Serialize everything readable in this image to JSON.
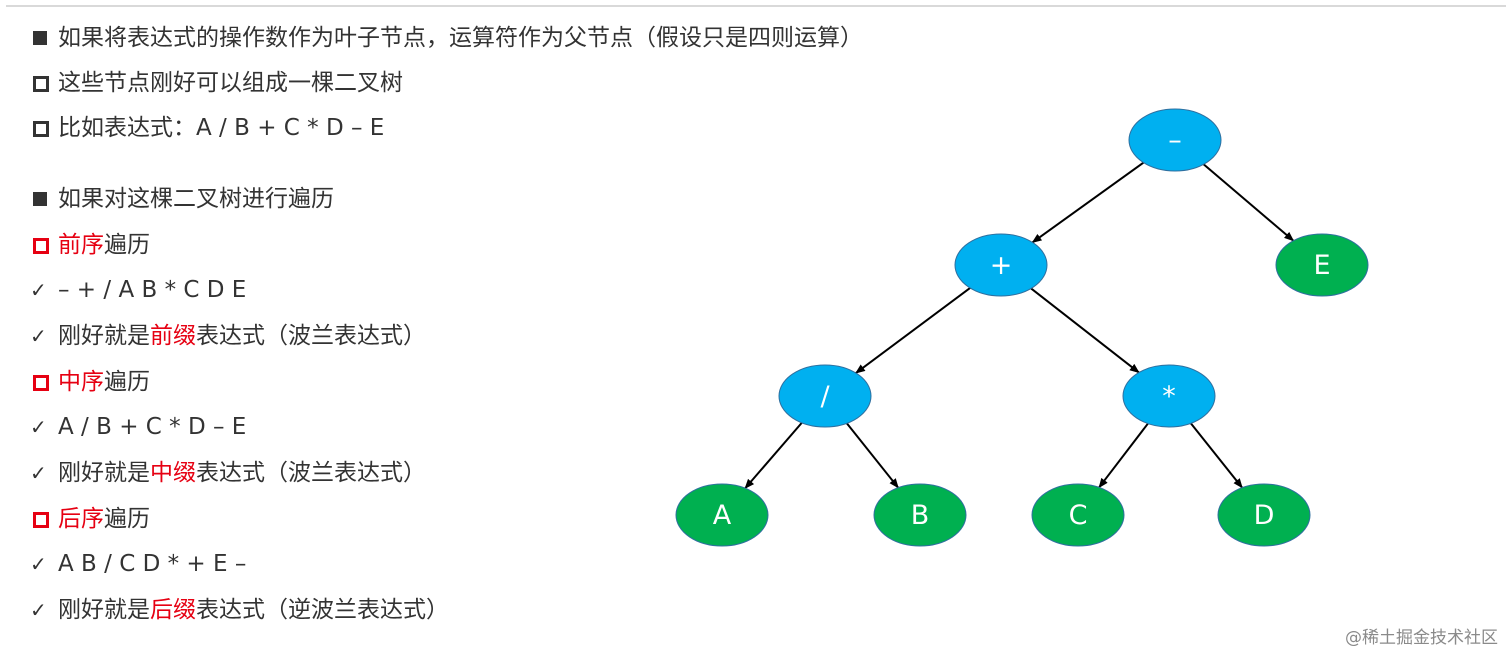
{
  "lines": {
    "l1": "如果将表达式的操作数作为叶子节点，运算符作为父节点（假设只是四则运算）",
    "l2": "这些节点刚好可以组成一棵二叉树",
    "l3": "比如表达式：A / B + C * D – E",
    "l4": "如果对这棵二叉树进行遍历",
    "l5": {
      "red": "前序",
      "rest": "遍历"
    },
    "l6": "– + / A B * C D E",
    "l7": {
      "pre": "刚好就是",
      "red": "前缀",
      "post": "表达式（波兰表达式）"
    },
    "l8": {
      "red": "中序",
      "rest": "遍历"
    },
    "l9": "A / B + C * D – E",
    "l10": {
      "pre": "刚好就是",
      "red": "中缀",
      "post": "表达式（波兰表达式）"
    },
    "l11": {
      "red": "后序",
      "rest": "遍历"
    },
    "l12": "A B / C D * + E –",
    "l13": {
      "pre": "刚好就是",
      "red": "后缀",
      "post": "表达式（逆波兰表达式）"
    }
  },
  "tree": {
    "nodes": [
      {
        "id": "minus",
        "label": "–",
        "color": "#00b0f0"
      },
      {
        "id": "plus",
        "label": "+",
        "color": "#00b0f0"
      },
      {
        "id": "E",
        "label": "E",
        "color": "#00b050"
      },
      {
        "id": "divide",
        "label": "/",
        "color": "#00b0f0"
      },
      {
        "id": "times",
        "label": "*",
        "color": "#00b0f0"
      },
      {
        "id": "A",
        "label": "A",
        "color": "#00b050"
      },
      {
        "id": "B",
        "label": "B",
        "color": "#00b050"
      },
      {
        "id": "C",
        "label": "C",
        "color": "#00b050"
      },
      {
        "id": "D",
        "label": "D",
        "color": "#00b050"
      }
    ],
    "edges": [
      [
        "minus",
        "plus"
      ],
      [
        "minus",
        "E"
      ],
      [
        "plus",
        "divide"
      ],
      [
        "plus",
        "times"
      ],
      [
        "divide",
        "A"
      ],
      [
        "divide",
        "B"
      ],
      [
        "times",
        "C"
      ],
      [
        "times",
        "D"
      ]
    ]
  },
  "watermark": "@稀土掘金技术社区",
  "colors": {
    "red_highlight": "#e60012",
    "operator_node": "#00b0f0",
    "operand_node": "#00b050",
    "text": "#333333"
  }
}
